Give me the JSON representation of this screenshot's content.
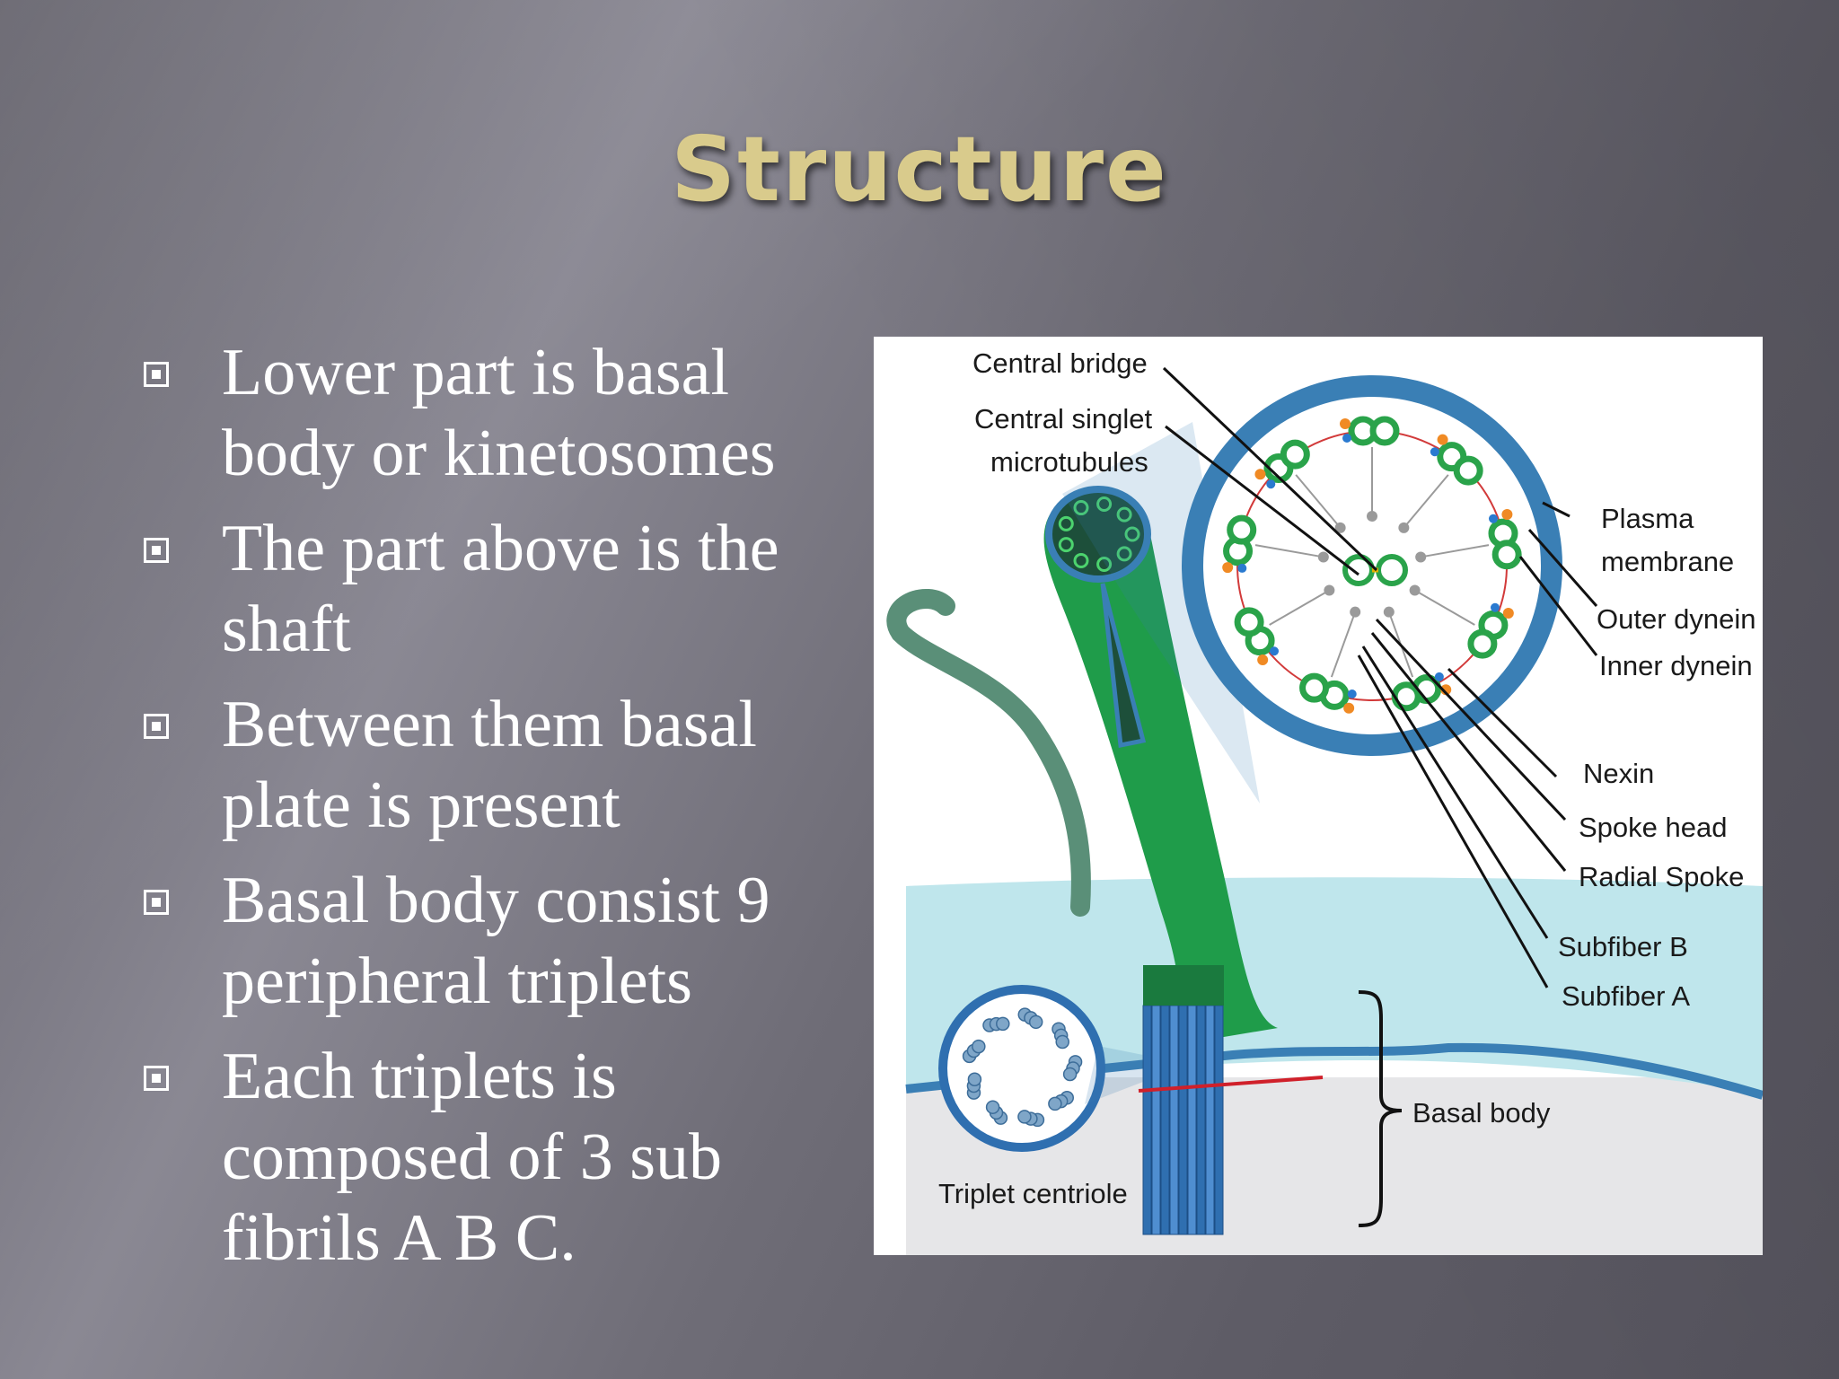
{
  "slide": {
    "title": "Structure",
    "bullets": [
      {
        "text": "Lower part is basal body or kinetosomes"
      },
      {
        "text": "The part above is the shaft"
      },
      {
        "text": "Between them basal plate is present"
      },
      {
        "text": "Basal body consist 9 peripheral triplets"
      },
      {
        "text": "Each triplets is composed of 3 sub fibrils A B C."
      }
    ]
  },
  "diagram": {
    "labels": {
      "central_bridge": "Central bridge",
      "central_singlet_1": "Central singlet",
      "central_singlet_2": "microtubules",
      "plasma_membrane_1": "Plasma",
      "plasma_membrane_2": "membrane",
      "outer_dynein": "Outer dynein",
      "inner_dynein": "Inner dynein",
      "nexin": "Nexin",
      "spoke_head": "Spoke head",
      "radial_spoke": "Radial Spoke",
      "subfiber_b": "Subfiber B",
      "subfiber_a": "Subfiber A",
      "basal_body": "Basal body",
      "triplet_centriole": "Triplet centriole"
    },
    "colors": {
      "shaft": "#1f9c4a",
      "membrane": "#3a7fb5",
      "cell_fluid": "#bfe6ec",
      "basal_body": "#2f6fb0",
      "doublet": "#2aa34a",
      "dynein_outer": "#f08a24",
      "dynein_inner": "#2a7ad0",
      "spoke": "#9a9a9a",
      "basal_plate": "#d0202a",
      "flagellum": "#5a8f78"
    }
  }
}
